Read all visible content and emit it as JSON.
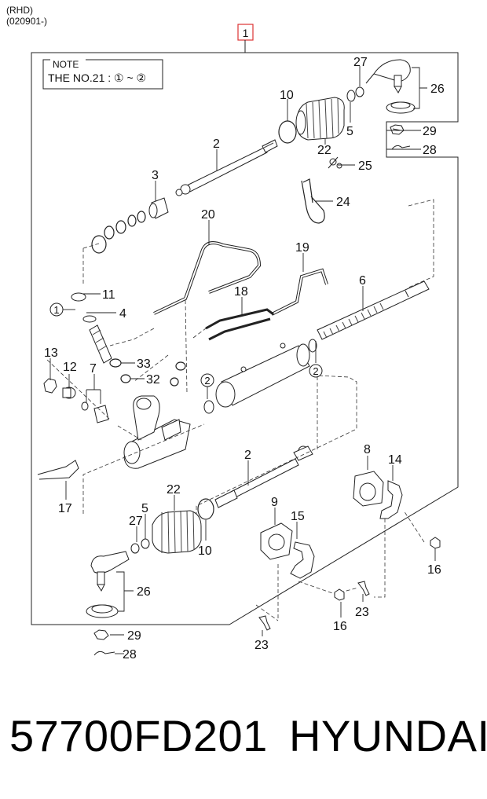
{
  "header": {
    "line1": "(RHD)",
    "line2": "(020901-)"
  },
  "assembly_number": "1",
  "note": {
    "title": "NOTE",
    "text": "THE NO.21 : ① ~ ②"
  },
  "callouts": [
    {
      "id": "c27t",
      "label": "27"
    },
    {
      "id": "c26t",
      "label": "26"
    },
    {
      "id": "c10t",
      "label": "10"
    },
    {
      "id": "c5t",
      "label": "5"
    },
    {
      "id": "c29t",
      "label": "29"
    },
    {
      "id": "c28t",
      "label": "28"
    },
    {
      "id": "c22t",
      "label": "22"
    },
    {
      "id": "c25",
      "label": "25"
    },
    {
      "id": "c2t",
      "label": "2"
    },
    {
      "id": "c3",
      "label": "3"
    },
    {
      "id": "c24",
      "label": "24"
    },
    {
      "id": "c20",
      "label": "20"
    },
    {
      "id": "c19",
      "label": "19"
    },
    {
      "id": "c6",
      "label": "6"
    },
    {
      "id": "c11",
      "label": "11"
    },
    {
      "id": "c4",
      "label": "4"
    },
    {
      "id": "c18",
      "label": "18"
    },
    {
      "id": "c13",
      "label": "13"
    },
    {
      "id": "c12",
      "label": "12"
    },
    {
      "id": "c7",
      "label": "7"
    },
    {
      "id": "c33",
      "label": "33"
    },
    {
      "id": "c32",
      "label": "32"
    },
    {
      "id": "c2m",
      "label": "2"
    },
    {
      "id": "c8",
      "label": "8"
    },
    {
      "id": "c14",
      "label": "14"
    },
    {
      "id": "c17",
      "label": "17"
    },
    {
      "id": "c22b",
      "label": "22"
    },
    {
      "id": "c9",
      "label": "9"
    },
    {
      "id": "c15",
      "label": "15"
    },
    {
      "id": "c5b",
      "label": "5"
    },
    {
      "id": "c27b",
      "label": "27"
    },
    {
      "id": "c10b",
      "label": "10"
    },
    {
      "id": "c16r",
      "label": "16"
    },
    {
      "id": "c26b",
      "label": "26"
    },
    {
      "id": "c23r",
      "label": "23"
    },
    {
      "id": "c16b",
      "label": "16"
    },
    {
      "id": "c23b",
      "label": "23"
    },
    {
      "id": "c29b",
      "label": "29"
    },
    {
      "id": "c28b",
      "label": "28"
    }
  ],
  "circled_callouts": [
    {
      "id": "cc1",
      "label": "1"
    },
    {
      "id": "cc2a",
      "label": "2"
    },
    {
      "id": "cc2b",
      "label": "2"
    }
  ],
  "footer": {
    "part_number": "57700FD201",
    "brand": "HYUNDAI"
  }
}
